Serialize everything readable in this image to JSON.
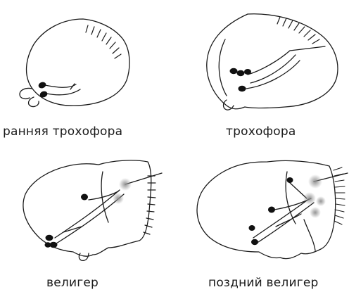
{
  "stages": [
    {
      "id": "early-trochophore",
      "label": "ранняя трохофора"
    },
    {
      "id": "trochophore",
      "label": "трохофора"
    },
    {
      "id": "veliger",
      "label": "велигер"
    },
    {
      "id": "late-veliger",
      "label": "поздний велигер"
    }
  ],
  "colors": {
    "stroke": "#1a1a1a",
    "ganglion": "#111111",
    "statocyst": "#9a9a9a"
  }
}
